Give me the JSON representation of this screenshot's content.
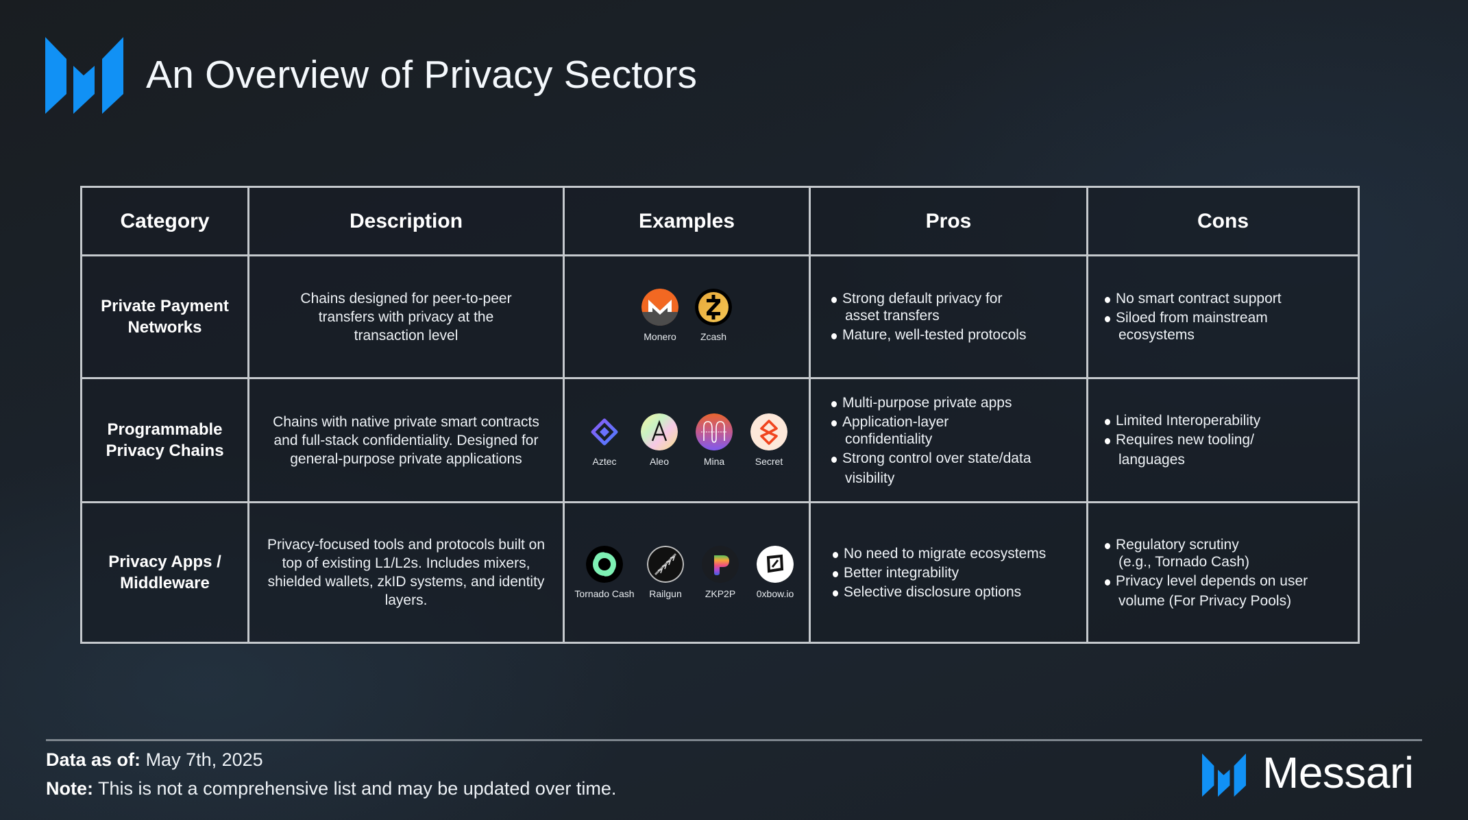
{
  "header": {
    "title": "An Overview of Privacy Sectors",
    "logo_icon": "messari-m-logo",
    "brand_color": "#1191f5"
  },
  "table": {
    "columns": [
      "Category",
      "Description",
      "Examples",
      "Pros",
      "Cons"
    ],
    "rows": [
      {
        "category": [
          "Private Payment",
          "Networks"
        ],
        "description": "Chains designed for peer-to-peer transfers with privacy at the transaction level",
        "examples": [
          {
            "name": "Monero",
            "icon": "monero-icon"
          },
          {
            "name": "Zcash",
            "icon": "zcash-icon"
          }
        ],
        "pros": [
          {
            "text": "Strong default privacy for",
            "cont": "asset transfers"
          },
          {
            "text": "Mature, well-tested protocols"
          }
        ],
        "cons": [
          {
            "text": "No smart contract support"
          },
          {
            "text": "Siloed from mainstream",
            "cont": "ecosystems"
          }
        ]
      },
      {
        "category": [
          "Programmable",
          "Privacy Chains"
        ],
        "description": "Chains with native private smart contracts and full-stack confidentiality. Designed for general-purpose private applications",
        "examples": [
          {
            "name": "Aztec",
            "icon": "aztec-icon"
          },
          {
            "name": "Aleo",
            "icon": "aleo-icon"
          },
          {
            "name": "Mina",
            "icon": "mina-icon"
          },
          {
            "name": "Secret",
            "icon": "secret-icon"
          }
        ],
        "pros": [
          {
            "text": "Multi-purpose private apps"
          },
          {
            "text": "Application-layer",
            "cont": "confidentiality"
          },
          {
            "text": "Strong control over state/data",
            "cont": "visibility"
          }
        ],
        "cons": [
          {
            "text": "Limited Interoperability"
          },
          {
            "text": "Requires new tooling/",
            "cont": "languages"
          }
        ]
      },
      {
        "category": [
          "Privacy Apps /",
          "Middleware"
        ],
        "description": "Privacy-focused tools and protocols built on top of existing L1/L2s. Includes mixers, shielded wallets, zkID systems, and identity layers.",
        "examples": [
          {
            "name": "Tornado Cash",
            "icon": "tornado-cash-icon"
          },
          {
            "name": "Railgun",
            "icon": "railgun-icon"
          },
          {
            "name": "ZKP2P",
            "icon": "zkp2p-icon"
          },
          {
            "name": "0xbow.io",
            "icon": "0xbow-icon"
          }
        ],
        "pros": [
          {
            "text": "No need to migrate ecosystems"
          },
          {
            "text": "Better integrability"
          },
          {
            "text": "Selective disclosure options"
          }
        ],
        "cons": [
          {
            "text": "Regulatory scrutiny",
            "cont": "(e.g., Tornado Cash)"
          },
          {
            "text": "Privacy level depends on user",
            "cont": "volume (For Privacy Pools)"
          }
        ]
      }
    ]
  },
  "footer": {
    "data_as_of_label": "Data as of:",
    "data_as_of_value": "May 7th, 2025",
    "note_label": "Note:",
    "note_value": "This is not a comprehensive list and may be updated over time.",
    "brand_name": "Messari"
  }
}
